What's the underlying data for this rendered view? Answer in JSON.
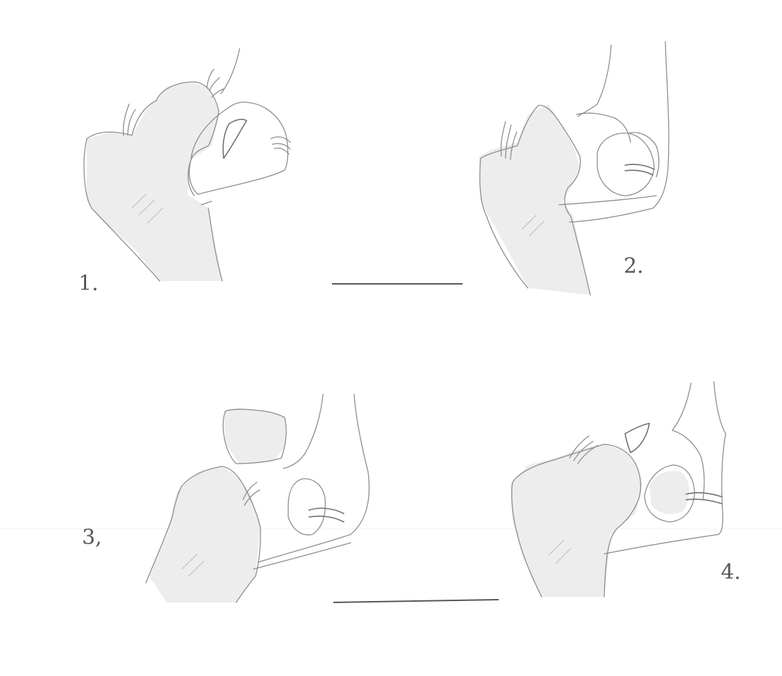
{
  "panels": [
    {
      "id": "panel-1",
      "label": "1."
    },
    {
      "id": "panel-2",
      "label": "2."
    },
    {
      "id": "panel-3",
      "label": "3,"
    },
    {
      "id": "panel-4",
      "label": "4."
    }
  ],
  "scale_bars": [
    {
      "id": "scale-bar-top"
    },
    {
      "id": "scale-bar-bottom"
    }
  ],
  "colors": {
    "paper": "#ffffff",
    "pencil": "#8c8c8c",
    "shading": "#ededed"
  }
}
